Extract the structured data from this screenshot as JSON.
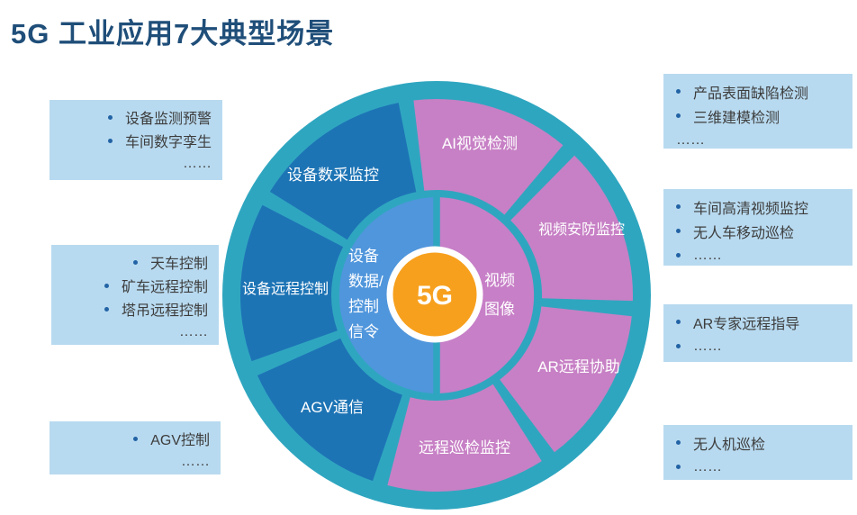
{
  "title": "5G 工业应用7大典型场景",
  "colors": {
    "title": "#1F4E79",
    "box_background": "#B8DAF0",
    "bullet": "#2263A5",
    "wheel_rim_teal": "#2FA6C0",
    "segment_blue": "#1D74B5",
    "segment_pink": "#C780C5",
    "inner_half_blue": "#5096DC",
    "inner_half_pink": "#C77FC7",
    "center_orange": "#F7A01D",
    "wheel_text": "#FFFFFF"
  },
  "wheel": {
    "center_label": "5G",
    "inner_left": {
      "lines": [
        "设备",
        "数据/",
        "控制",
        "信令"
      ]
    },
    "inner_right": {
      "lines": [
        "视频",
        "图像"
      ]
    },
    "segments": [
      {
        "label": "AI视觉检测",
        "color": "pink"
      },
      {
        "label": "视频安防监控",
        "color": "pink"
      },
      {
        "label": "AR远程协助",
        "color": "pink"
      },
      {
        "label": "远程巡检监控",
        "color": "pink"
      },
      {
        "label": "AGV通信",
        "color": "blue"
      },
      {
        "label": "设备远程控制",
        "color": "blue"
      },
      {
        "label": "设备数采监控",
        "color": "blue"
      }
    ]
  },
  "left_boxes": [
    {
      "items": [
        {
          "bullet": true,
          "text": "设备监测预警"
        },
        {
          "bullet": true,
          "text": "车间数字孪生"
        },
        {
          "bullet": false,
          "text": "……"
        }
      ]
    },
    {
      "items": [
        {
          "bullet": true,
          "text": "天车控制"
        },
        {
          "bullet": true,
          "text": "矿车远程控制"
        },
        {
          "bullet": true,
          "text": "塔吊远程控制"
        },
        {
          "bullet": false,
          "text": "……"
        }
      ]
    },
    {
      "items": [
        {
          "bullet": true,
          "text": "AGV控制"
        },
        {
          "bullet": false,
          "text": "……"
        }
      ]
    }
  ],
  "right_boxes": [
    {
      "items": [
        {
          "bullet": true,
          "text": "产品表面缺陷检测"
        },
        {
          "bullet": true,
          "text": "三维建模检测"
        },
        {
          "bullet": false,
          "text": "……"
        }
      ]
    },
    {
      "items": [
        {
          "bullet": true,
          "text": "车间高清视频监控"
        },
        {
          "bullet": true,
          "text": "无人车移动巡检"
        },
        {
          "bullet": true,
          "text": "……"
        }
      ]
    },
    {
      "items": [
        {
          "bullet": true,
          "text": "AR专家远程指导"
        },
        {
          "bullet": true,
          "text": "……"
        }
      ]
    },
    {
      "items": [
        {
          "bullet": true,
          "text": "无人机巡检"
        },
        {
          "bullet": true,
          "text": "……"
        }
      ]
    }
  ]
}
